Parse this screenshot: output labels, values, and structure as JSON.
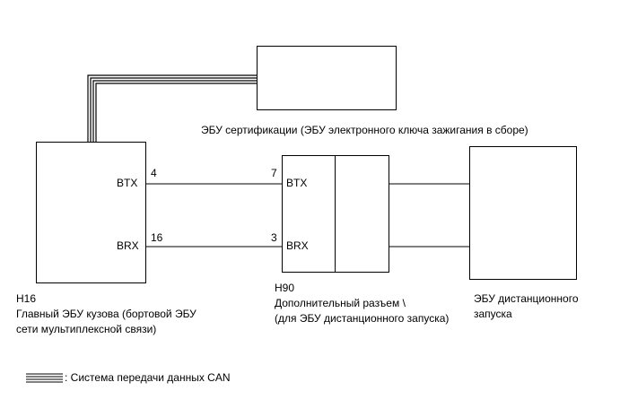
{
  "certification_ecu": {
    "label": "ЭБУ сертификации (ЭБУ электронного ключа зажигания в сборе)"
  },
  "main_body_ecu": {
    "connector": "H16",
    "label_line1": "Главный ЭБУ кузова (бортовой ЭБУ",
    "label_line2": "сети мультиплексной связи)",
    "pin_btx_name": "BTX",
    "pin_btx_number": "4",
    "pin_brx_name": "BRX",
    "pin_brx_number": "16"
  },
  "junction_connector": {
    "connector": "H90",
    "label_line1": "Дополнительный разъем \\",
    "label_line2": "(для ЭБУ дистанционного запуска)",
    "pin_btx_name": "BTX",
    "pin_btx_number": "7",
    "pin_brx_name": "BRX",
    "pin_brx_number": "3"
  },
  "remote_start_ecu": {
    "label_line1": "ЭБУ дистанционного",
    "label_line2": "запуска"
  },
  "legend": {
    "can_label": ": Система передачи данных CAN"
  }
}
